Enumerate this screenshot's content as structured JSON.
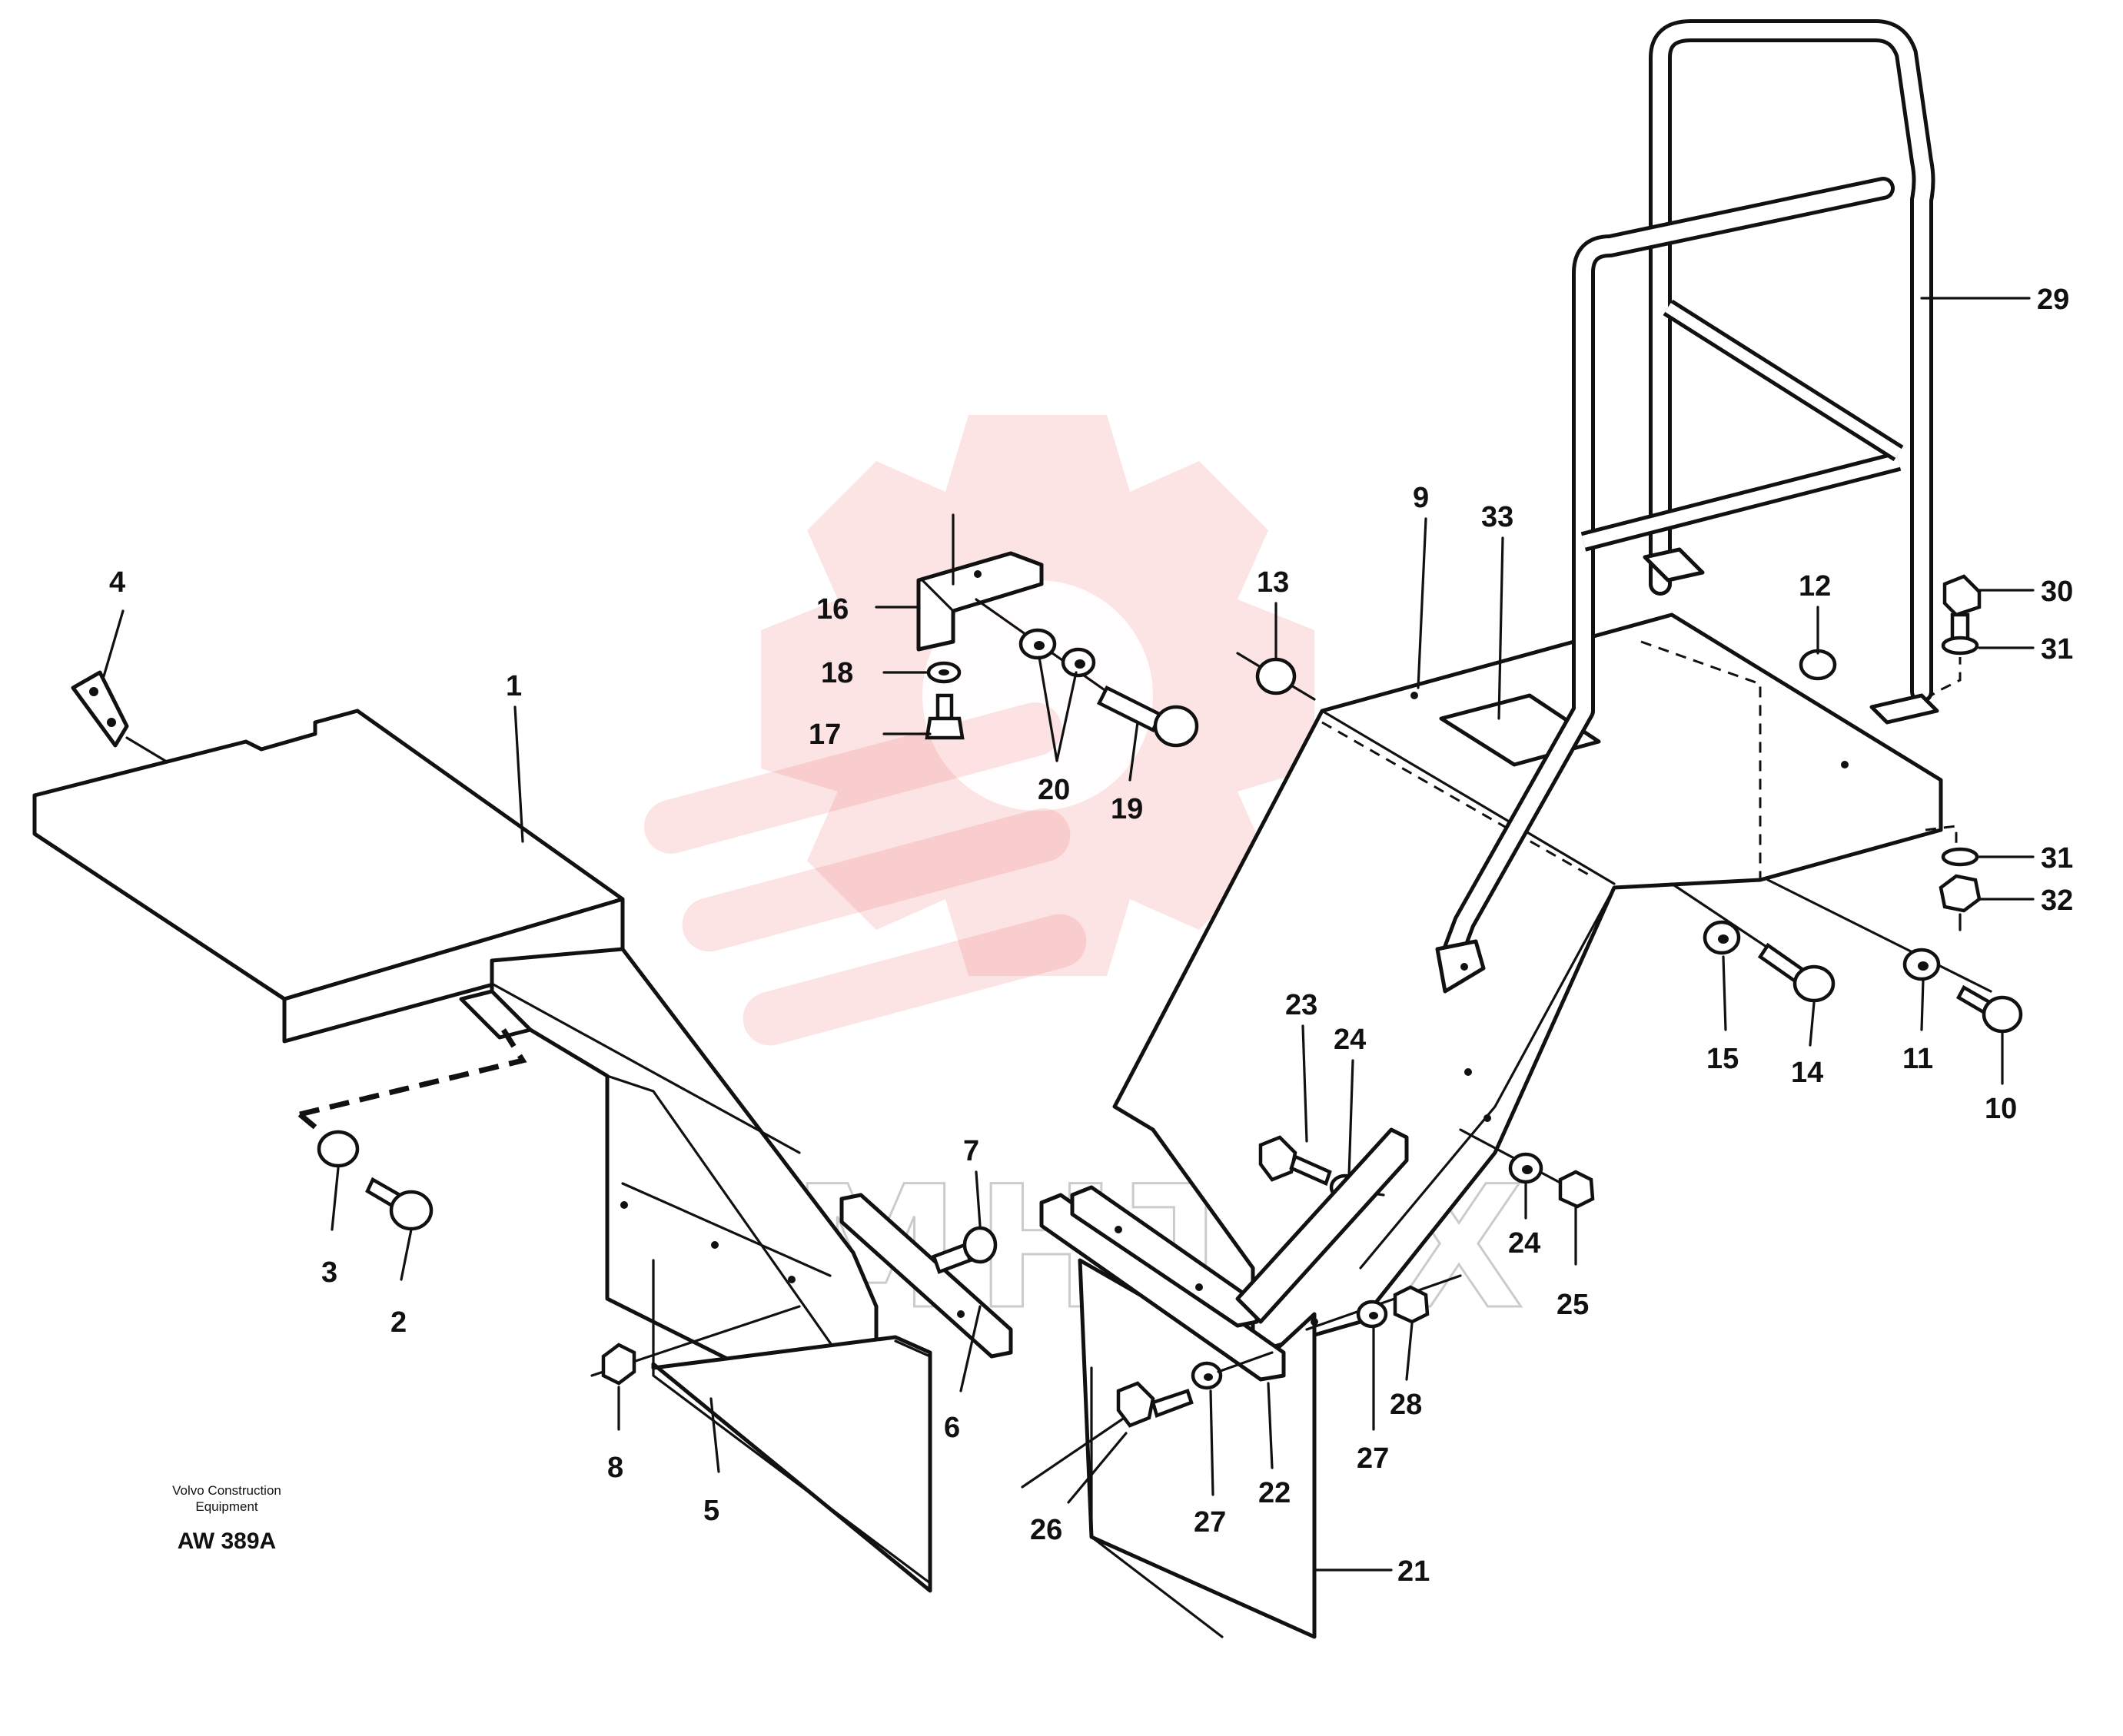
{
  "drawing": {
    "maker_line1": "Volvo Construction",
    "maker_line2": "Equipment",
    "code": "AW 389A"
  },
  "watermark": {
    "text": "MHTEX",
    "color": "#ef5a5a"
  },
  "callouts": [
    "1",
    "2",
    "3",
    "4",
    "5",
    "6",
    "7",
    "8",
    "9",
    "10",
    "11",
    "12",
    "13",
    "14",
    "15",
    "16",
    "17",
    "18",
    "19",
    "20",
    "21",
    "22",
    "23",
    "24",
    "24",
    "25",
    "26",
    "27",
    "27",
    "28",
    "29",
    "30",
    "31",
    "31",
    "32",
    "33"
  ]
}
